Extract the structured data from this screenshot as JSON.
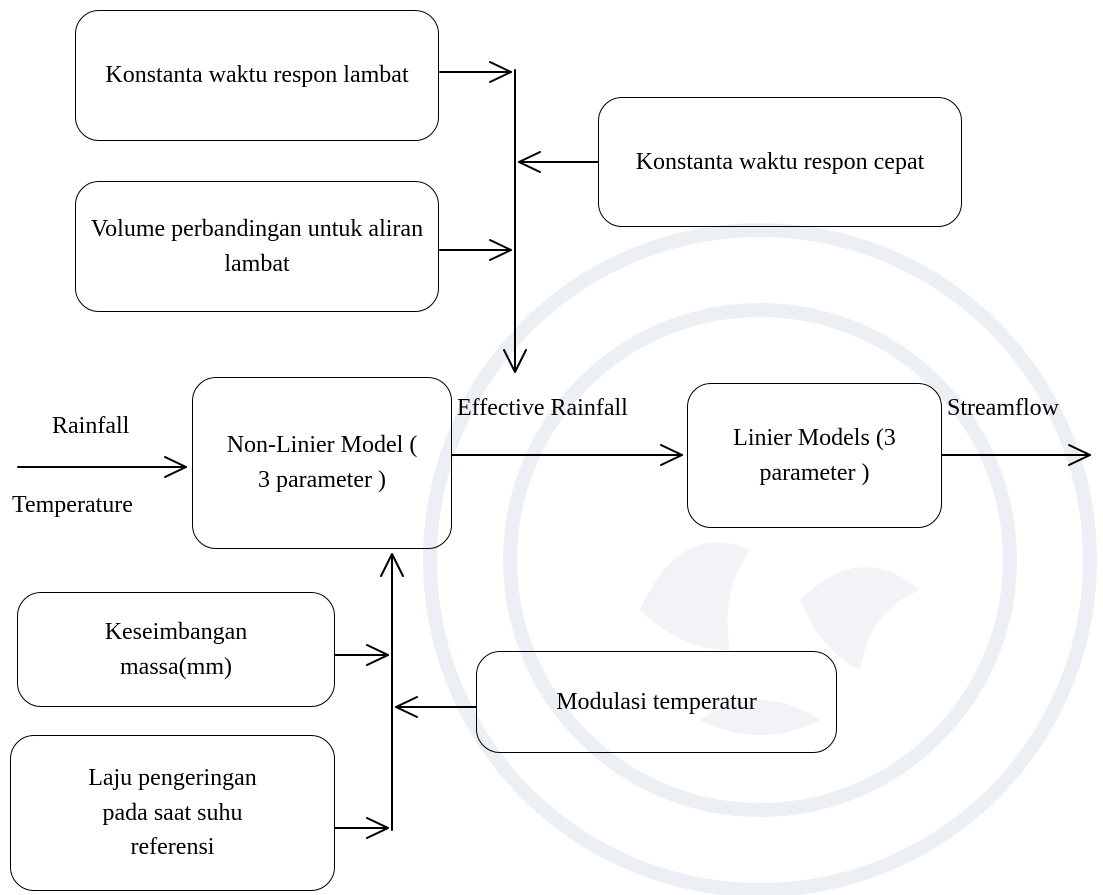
{
  "boxes": {
    "slow_time_constant": "Konstanta waktu respon lambat",
    "fast_time_constant": "Konstanta waktu respon cepat",
    "slow_flow_volume": "Volume perbandingan untuk aliran lambat",
    "nonlinear_model": "Non-Linier Model ( 3 parameter )",
    "linear_models": "Linier Models (3 parameter )",
    "mass_balance": "Keseimbangan massa(mm)",
    "temperature_modulation": "Modulasi temperatur",
    "drying_rate": "Laju pengeringan pada saat suhu referensi"
  },
  "labels": {
    "rainfall": "Rainfall",
    "temperature": "Temperature",
    "effective_rainfall": "Effective Rainfall",
    "streamflow": "Streamflow"
  },
  "colors": {
    "stroke": "#000000",
    "background": "#ffffff",
    "watermark": "#e9ecf1"
  }
}
